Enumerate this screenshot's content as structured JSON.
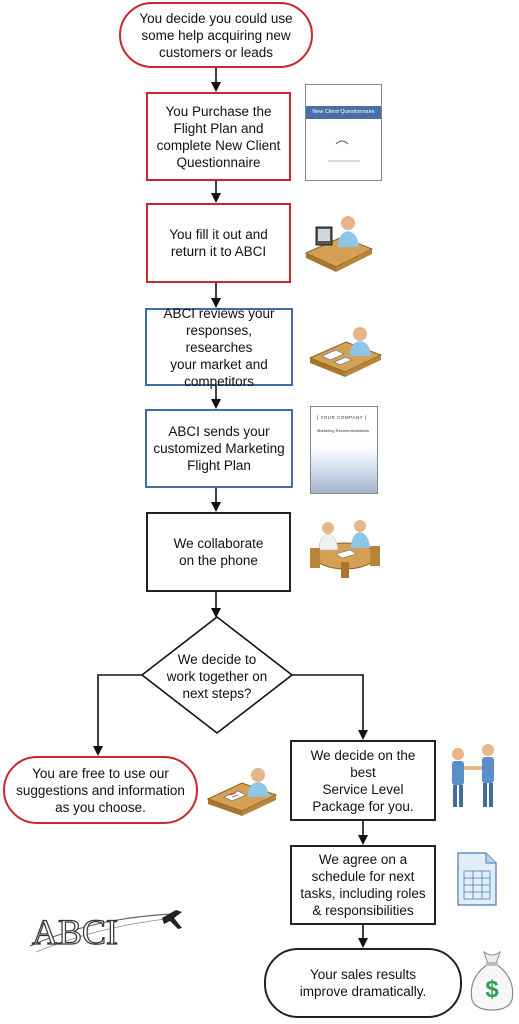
{
  "steps": {
    "start": "You decide you could use\nsome help acquiring new\ncustomers or leads",
    "purchase": "You Purchase the\nFlight Plan and\ncomplete New Client\nQuestionnaire",
    "fill": "You fill it out and\nreturn it to ABCI",
    "review": "ABCI reviews your\nresponses, researches\nyour market and\ncompetitors",
    "sends": "ABCI sends your\ncustomized Marketing\nFlight Plan",
    "collaborate": "We collaborate\non the phone",
    "decision": "We decide to\nwork together on\nnext steps?",
    "free": "You are free to use our\nsuggestions and information\nas you choose.",
    "package": "We decide on the best\nService Level\nPackage for you.",
    "schedule": "We agree on a\nschedule for next\ntasks, including roles\n& responsibilities",
    "results": "Your sales results\nimprove dramatically."
  },
  "documents": {
    "questionnaire_title": "New Client Questionnaire",
    "company_header": "YOUR COMPANY",
    "recommendations_title": "Marketing Recommendations"
  },
  "logo": {
    "text": "ABCI"
  },
  "icons": [
    "questionnaire-doc-icon",
    "person-at-computer-icon",
    "person-reviewing-icon",
    "marketing-doc-icon",
    "meeting-table-icon",
    "person-writing-icon",
    "handshake-icon",
    "spreadsheet-icon",
    "money-bag-icon",
    "abci-plane-logo"
  ],
  "colors": {
    "red": "#c8282d",
    "blue": "#3e6ea5",
    "black": "#222222",
    "dollar_green": "#2e9e4a"
  }
}
